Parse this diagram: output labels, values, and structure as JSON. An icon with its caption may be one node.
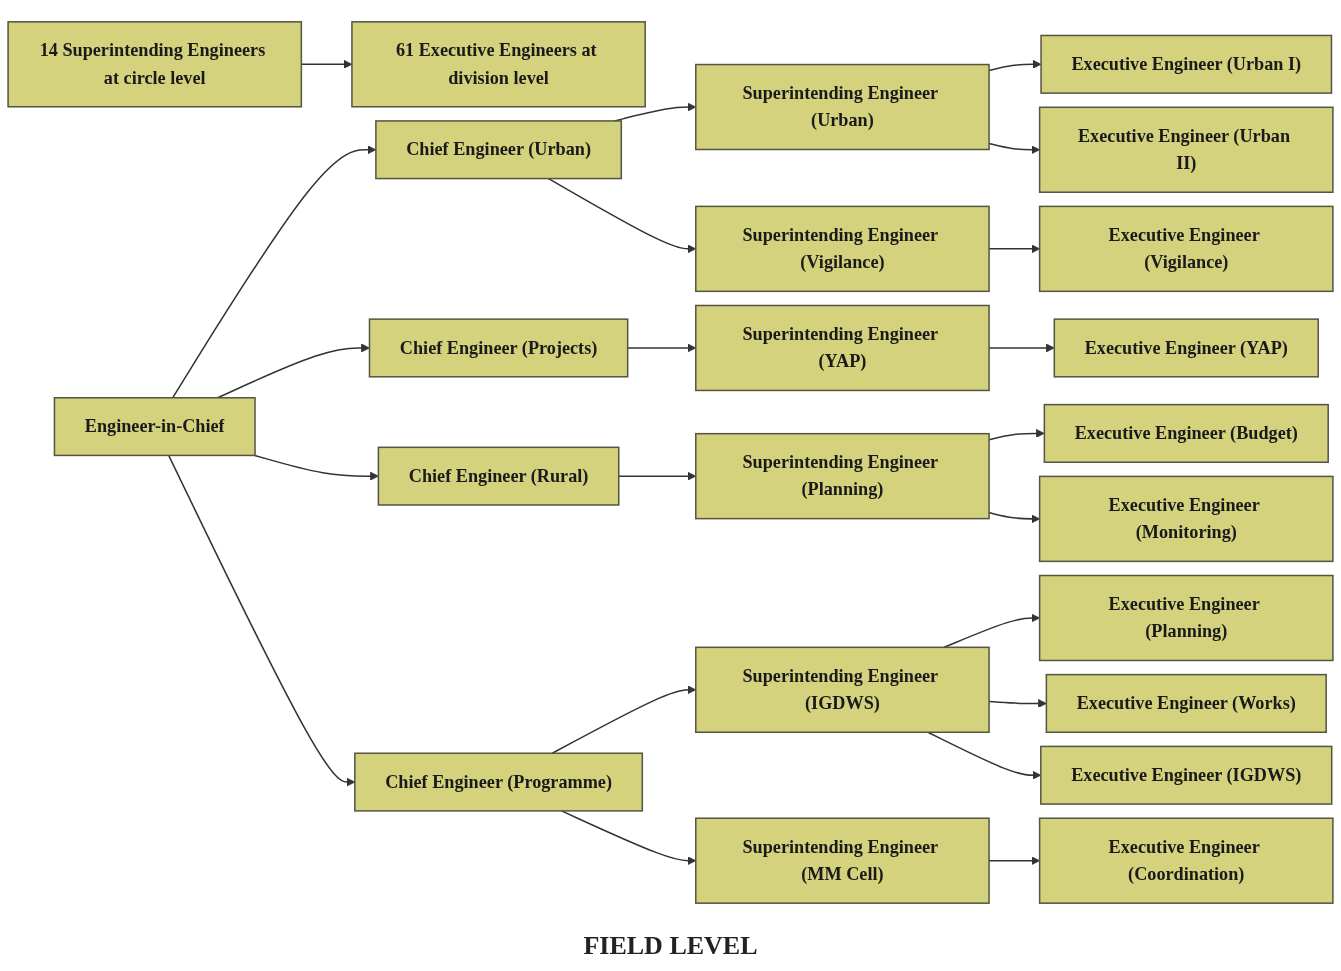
{
  "diagram": {
    "nodes": [
      {
        "text": [
          "Engineer-in-Chief"
        ]
      },
      {
        "text": [
          "Chief Engineer (Urban)"
        ]
      },
      {
        "text": [
          "Chief Engineer (Projects)"
        ]
      },
      {
        "text": [
          "Chief Engineer (Rural)"
        ]
      },
      {
        "text": [
          "Chief Engineer (Programme)"
        ]
      },
      {
        "text": [
          "Superintending Engineer (Urban)"
        ]
      },
      {
        "text": [
          "Superintending Engineer (Vigilance)"
        ]
      },
      {
        "text": [
          "Executive Engineer (Vigilance)"
        ]
      },
      {
        "text": [
          "Executive Engineer (Urban I)"
        ]
      },
      {
        "text": [
          "Executive Engineer (Urban II)"
        ]
      },
      {
        "text": [
          "Superintending Engineer (YAP)"
        ]
      },
      {
        "text": [
          "Executive Engineer (YAP)"
        ]
      },
      {
        "text": [
          "Superintending Engineer (Planning)"
        ]
      },
      {
        "text": [
          "Executive Engineer (Budget)"
        ]
      },
      {
        "text": [
          "Executive Engineer (Monitoring)"
        ]
      },
      {
        "text": [
          "Superintending Engineer (IGDWS)"
        ]
      },
      {
        "text": [
          "Superintending Engineer (MM Cell)"
        ]
      },
      {
        "text": [
          "Executive Engineer (Coordination)"
        ]
      },
      {
        "text": [
          "Executive Engineer (Planning)"
        ]
      },
      {
        "text": [
          "Executive Engineer (Works)"
        ]
      },
      {
        "text": [
          "Executive Engineer (IGDWS)"
        ]
      },
      {
        "text": [
          "14 Superintending Engineers at circle level"
        ]
      },
      {
        "text": [
          "61 Executive Engineers at division level"
        ]
      }
    ],
    "edges": [
      {
        "from": 0,
        "to": 1,
        "arrow": "to"
      },
      {
        "from": 0,
        "to": 2,
        "arrow": "to"
      },
      {
        "from": 0,
        "to": 3,
        "arrow": "to"
      },
      {
        "from": 0,
        "to": 4,
        "arrow": "to"
      },
      {
        "from": 1,
        "to": 5,
        "arrow": "to"
      },
      {
        "from": 1,
        "to": 6,
        "arrow": "to"
      },
      {
        "from": 6,
        "to": 7,
        "arrow": "to"
      },
      {
        "from": 5,
        "to": 8,
        "arrow": "to"
      },
      {
        "from": 5,
        "to": 9,
        "arrow": "to"
      },
      {
        "from": 2,
        "to": 10,
        "arrow": "to"
      },
      {
        "from": 10,
        "to": 11,
        "arrow": "to"
      },
      {
        "from": 3,
        "to": 12,
        "arrow": "to"
      },
      {
        "from": 12,
        "to": 13,
        "arrow": "to"
      },
      {
        "from": 12,
        "to": 14,
        "arrow": "to"
      },
      {
        "from": 4,
        "to": 15,
        "arrow": "to"
      },
      {
        "from": 4,
        "to": 16,
        "arrow": "to"
      },
      {
        "from": 16,
        "to": 17,
        "arrow": "to"
      },
      {
        "from": 15,
        "to": 18,
        "arrow": "to"
      },
      {
        "from": 15,
        "to": 19,
        "arrow": "to"
      },
      {
        "from": 15,
        "to": 20,
        "arrow": "to"
      },
      {
        "from": 21,
        "to": 22,
        "arrow": "to"
      }
    ],
    "labels": [
      "FIELD LEVEL"
    ]
  }
}
